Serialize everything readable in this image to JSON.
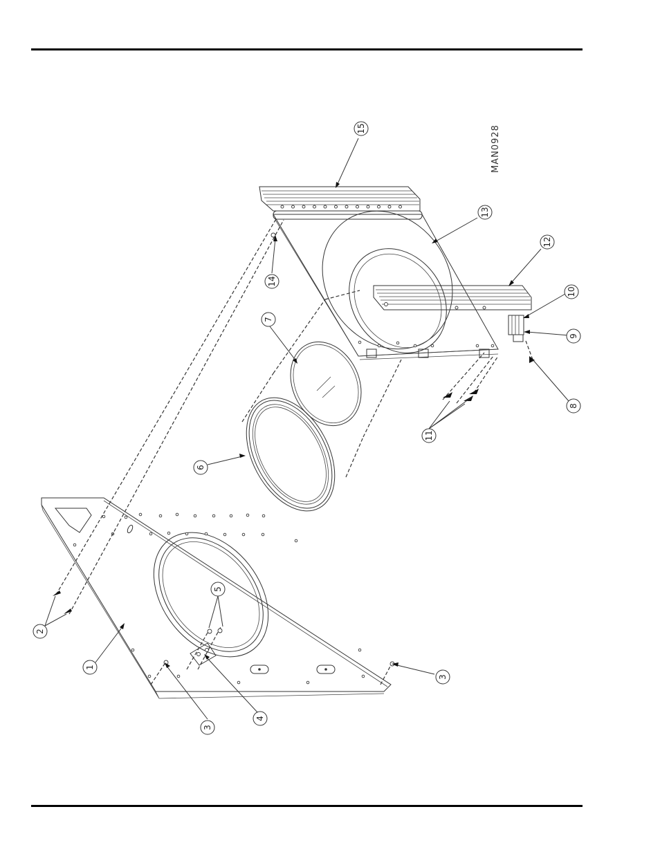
{
  "figure_code": "MAN0928",
  "callouts": [
    {
      "id": "c1",
      "label": "1"
    },
    {
      "id": "c2",
      "label": "2"
    },
    {
      "id": "c3a",
      "label": "3"
    },
    {
      "id": "c3b",
      "label": "3"
    },
    {
      "id": "c4",
      "label": "4"
    },
    {
      "id": "c5",
      "label": "5"
    },
    {
      "id": "c6",
      "label": "6"
    },
    {
      "id": "c7",
      "label": "7"
    },
    {
      "id": "c8",
      "label": "8"
    },
    {
      "id": "c9",
      "label": "9"
    },
    {
      "id": "c10",
      "label": "10"
    },
    {
      "id": "c11",
      "label": "11"
    },
    {
      "id": "c12",
      "label": "12"
    },
    {
      "id": "c13",
      "label": "13"
    },
    {
      "id": "c14",
      "label": "14"
    },
    {
      "id": "c15",
      "label": "15"
    }
  ]
}
